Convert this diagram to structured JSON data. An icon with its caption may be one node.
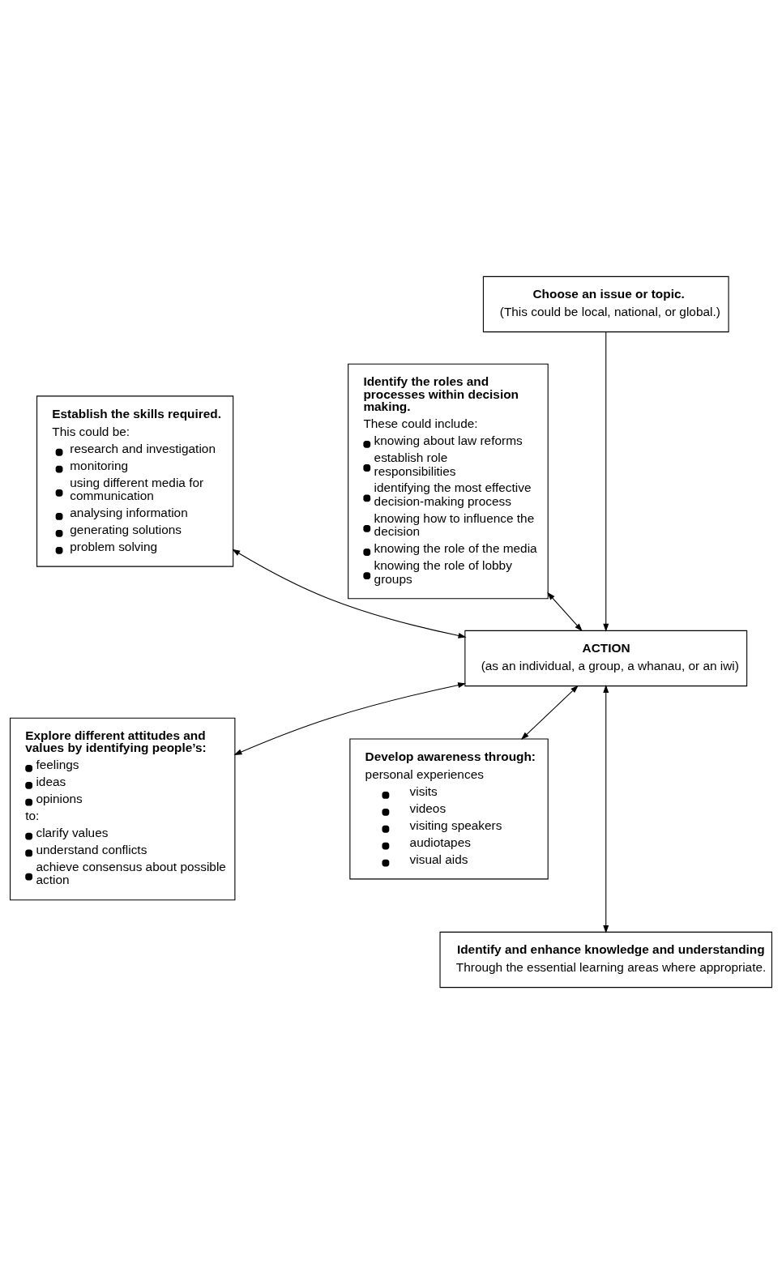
{
  "diagram": {
    "nodes": [
      {
        "text": [
          "Choose an issue or topic.",
          "(This could be local, national, or global.)"
        ]
      },
      {
        "text": [
          "Establish the skills required.",
          "This could be:",
          "research and investigation",
          "monitoring",
          "using different media for communication",
          "analysing information",
          "generating solutions",
          "problem solving"
        ]
      },
      {
        "text": [
          "Identify the roles and processes within decision making.",
          "These could include:",
          "knowing about law reforms",
          "establish role responsibilities",
          "identifying the most effective decision-making process",
          "knowing how to influence the decision",
          "knowing the role of the media",
          "knowing the role of lobby groups"
        ]
      },
      {
        "text": [
          "ACTION",
          "(as an individual, a group, a whanau, or an iwi)"
        ]
      },
      {
        "text": [
          "Explore different attitudes and values by identifying people’s:",
          "feelings",
          "ideas",
          "opinions",
          "to:",
          "clarify values",
          "understand conflicts",
          "achieve consensus about possible action"
        ]
      },
      {
        "text": [
          "Develop awareness through:",
          "personal experiences",
          "visits",
          "videos",
          "visiting speakers",
          "audiotapes",
          "visual aids"
        ]
      },
      {
        "text": [
          "Identify and enhance knowledge and understanding",
          "Through the essential learning areas where appropriate."
        ]
      }
    ],
    "edges": [
      {
        "from": 0,
        "to": 3,
        "arrow": "to"
      },
      {
        "from": 1,
        "to": 3,
        "arrow": "both"
      },
      {
        "from": 2,
        "to": 3,
        "arrow": "both"
      },
      {
        "from": 3,
        "to": 4,
        "arrow": "both"
      },
      {
        "from": 3,
        "to": 5,
        "arrow": "both"
      },
      {
        "from": 3,
        "to": 6,
        "arrow": "both"
      }
    ]
  }
}
